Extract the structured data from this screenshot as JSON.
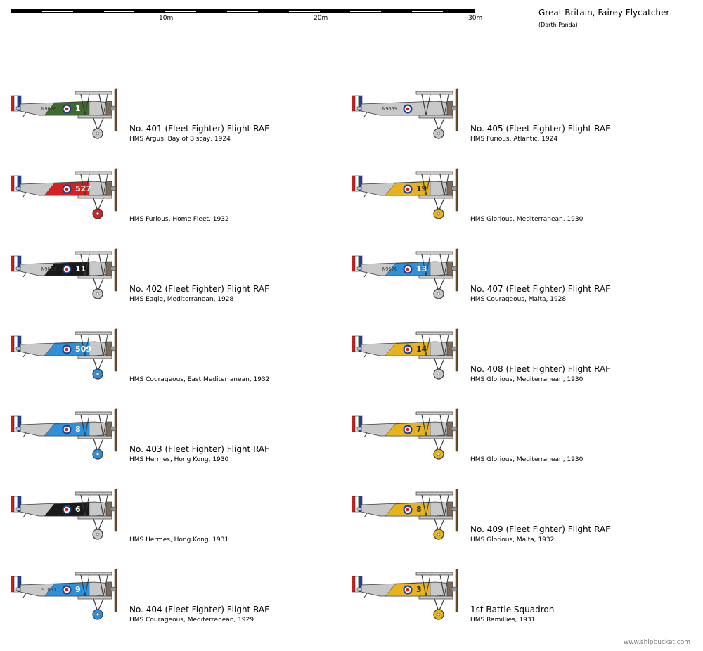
{
  "header": {
    "title": "Great Britain, Fairey Flycatcher",
    "author": "(Darth Panda)",
    "scale_labels": [
      "10m",
      "20m",
      "30m"
    ]
  },
  "footer": {
    "url": "www.shipbucket.com"
  },
  "colors": {
    "silver": "#c8c8c8",
    "dark_outline": "#3a3a3a",
    "roundel_blue": "#1c3d8f",
    "roundel_red": "#c81e1e",
    "rudder_red": "#d21c1c",
    "rudder_blue": "#1f3f99",
    "yellow": "#e6b21e",
    "light_blue": "#2f8fd8",
    "red": "#d42020",
    "green": "#3f6b2f",
    "black": "#1a1a1a"
  },
  "profiles": [
    {
      "col": 0,
      "unit": "No. 401 (Fleet Fighter) Flight RAF",
      "location": "HMS Argus, Bay of Biscay, 1924",
      "serial": "N9680",
      "number": "1",
      "band": "green",
      "wheel": "silver"
    },
    {
      "col": 1,
      "unit": "No. 405 (Fleet Fighter) Flight RAF",
      "location": "HMS Furious, Atlantic, 1924",
      "serial": "N9659",
      "number": "",
      "band": "none",
      "wheel": "silver"
    },
    {
      "col": 0,
      "unit": "",
      "location": "HMS Furious, Home Fleet, 1932",
      "serial": "",
      "number": "527",
      "band": "red",
      "wheel": "red"
    },
    {
      "col": 1,
      "unit": "",
      "location": "HMS Glorious, Mediterranean, 1930",
      "serial": "",
      "number": "19",
      "band": "yellow",
      "wheel": "yellow"
    },
    {
      "col": 0,
      "unit": "No. 402 (Fleet Fighter) Flight RAF",
      "location": "HMS Eagle, Mediterranean, 1928",
      "serial": "N9611",
      "number": "11",
      "band": "black",
      "wheel": "silver"
    },
    {
      "col": 1,
      "unit": "No. 407 (Fleet Fighter) Flight RAF",
      "location": "HMS Courageous, Malta, 1928",
      "serial": "N9676",
      "number": "13",
      "band": "light_blue",
      "wheel": "silver"
    },
    {
      "col": 0,
      "unit": "",
      "location": "HMS Courageous, East Mediterranean, 1932",
      "serial": "",
      "number": "509",
      "band": "light_blue",
      "wheel": "light_blue"
    },
    {
      "col": 1,
      "unit": "No. 408 (Fleet Fighter) Flight RAF",
      "location": "HMS Glorious, Mediterranean, 1930",
      "serial": "",
      "number": "14",
      "band": "yellow",
      "wheel": "silver"
    },
    {
      "col": 0,
      "unit": "No. 403 (Fleet Fighter) Flight RAF",
      "location": "HMS Hermes, Hong Kong, 1930",
      "serial": "",
      "number": "8",
      "band": "light_blue",
      "wheel": "light_blue"
    },
    {
      "col": 1,
      "unit": "",
      "location": "HMS Glorious, Mediterranean, 1930",
      "serial": "",
      "number": "7",
      "band": "yellow",
      "wheel": "yellow"
    },
    {
      "col": 0,
      "unit": "",
      "location": "HMS Hermes, Hong Kong, 1931",
      "serial": "",
      "number": "6",
      "band": "black",
      "wheel": "silver"
    },
    {
      "col": 1,
      "unit": "No. 409 (Fleet Fighter) Flight RAF",
      "location": "HMS Glorious, Malta, 1932",
      "serial": "",
      "number": "8",
      "band": "yellow",
      "wheel": "yellow"
    },
    {
      "col": 0,
      "unit": "No. 404 (Fleet Fighter) Flight RAF",
      "location": "HMS Courageous, Mediterranean, 1929",
      "serial": "S1061",
      "number": "9",
      "band": "light_blue",
      "wheel": "light_blue"
    },
    {
      "col": 1,
      "unit": "1st Battle Squadron",
      "location": "HMS Ramillies, 1931",
      "serial": "",
      "number": "3",
      "band": "yellow",
      "wheel": "yellow"
    }
  ]
}
